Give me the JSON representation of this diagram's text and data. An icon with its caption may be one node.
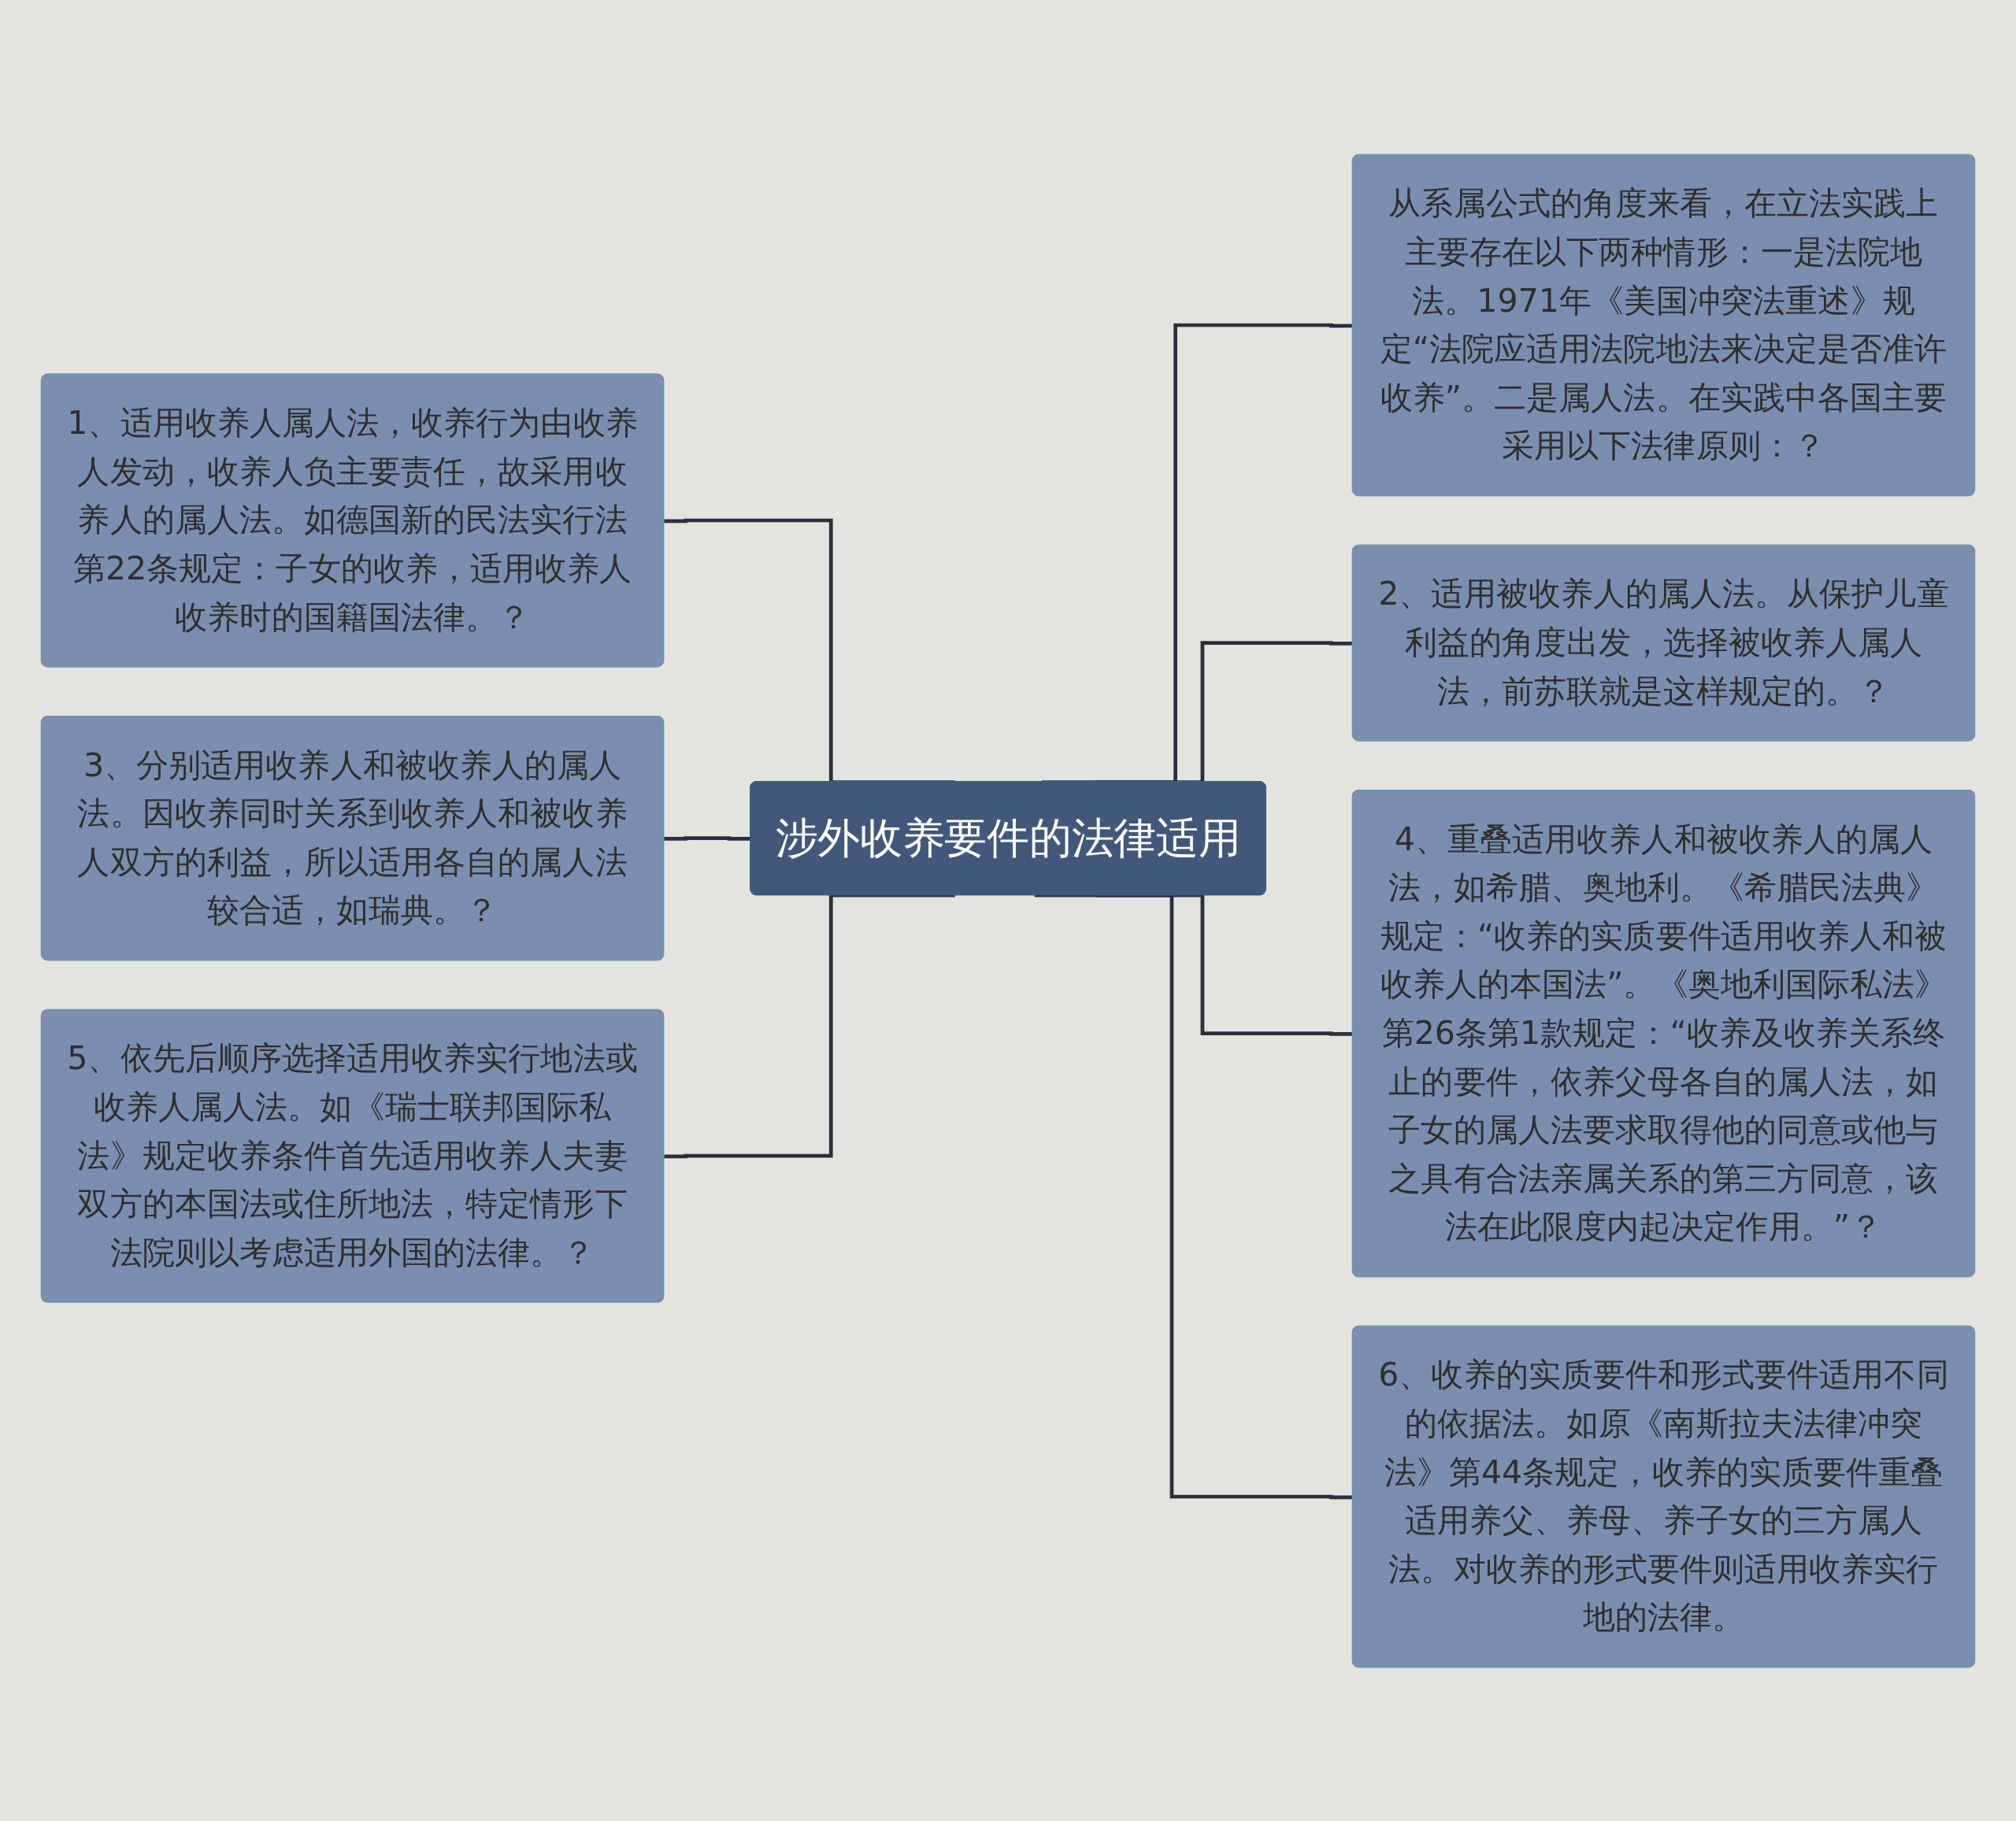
{
  "diagram": {
    "nodes": [
      {
        "text": [
          "涉外收养要件的法律适用"
        ]
      },
      {
        "text": [
          "1、适用收养人属人法，收养行为由收养人发动，收养人负主要责任，故采用收养人的属人法。如德国新的民法实行法第22条规定：子女的收养，适用收养人收养时的国籍国法律。？"
        ]
      },
      {
        "text": [
          "3、分别适用收养人和被收养人的属人法。因收养同时关系到收养人和被收养人双方的利益，所以适用各自的属人法较合适，如瑞典。？"
        ]
      },
      {
        "text": [
          "5、依先后顺序选择适用收养实行地法或收养人属人法。如《瑞士联邦国际私法》规定收养条件首先适用收养人夫妻双方的本国法或住所地法，特定情形下法院则以考虑适用外国的法律。？"
        ]
      },
      {
        "text": [
          "从系属公式的角度来看，在立法实践上主要存在以下两种情形：一是法院地法。1971年《美国冲突法重述》规定“法院应适用法院地法来决定是否准许收养”。二是属人法。在实践中各国主要采用以下法律原则：？"
        ]
      },
      {
        "text": [
          "2、适用被收养人的属人法。从保护儿童利益的角度出发，选择被收养人属人法，前苏联就是这样规定的。？"
        ]
      },
      {
        "text": [
          "4、重叠适用收养人和被收养人的属人法，如希腊、奥地利。《希腊民法典》规定：“收养的实质要件适用收养人和被收养人的本国法”。《奥地利国际私法》第26条第1款规定：“收养及收养关系终止的要件，依养父母各自的属人法，如子女的属人法要求取得他的同意或他与之具有合法亲属关系的第三方同意，该法在此限度内起决定作用。”？"
        ]
      },
      {
        "text": [
          "6、收养的实质要件和形式要件适用不同的依据法。如原《南斯拉夫法律冲突法》第44条规定，收养的实质要件重叠适用养父、养母、养子女的三方属人法。对收养的形式要件则适用收养实行地的法律。"
        ]
      }
    ],
    "edges": [
      {
        "from": 1,
        "to": 0,
        "arrow": "none"
      },
      {
        "from": 2,
        "to": 0,
        "arrow": "none"
      },
      {
        "from": 3,
        "to": 0,
        "arrow": "none"
      },
      {
        "from": 0,
        "to": 4,
        "arrow": "none"
      },
      {
        "from": 0,
        "to": 5,
        "arrow": "none"
      },
      {
        "from": 0,
        "to": 6,
        "arrow": "none"
      },
      {
        "from": 0,
        "to": 7,
        "arrow": "none"
      }
    ]
  }
}
